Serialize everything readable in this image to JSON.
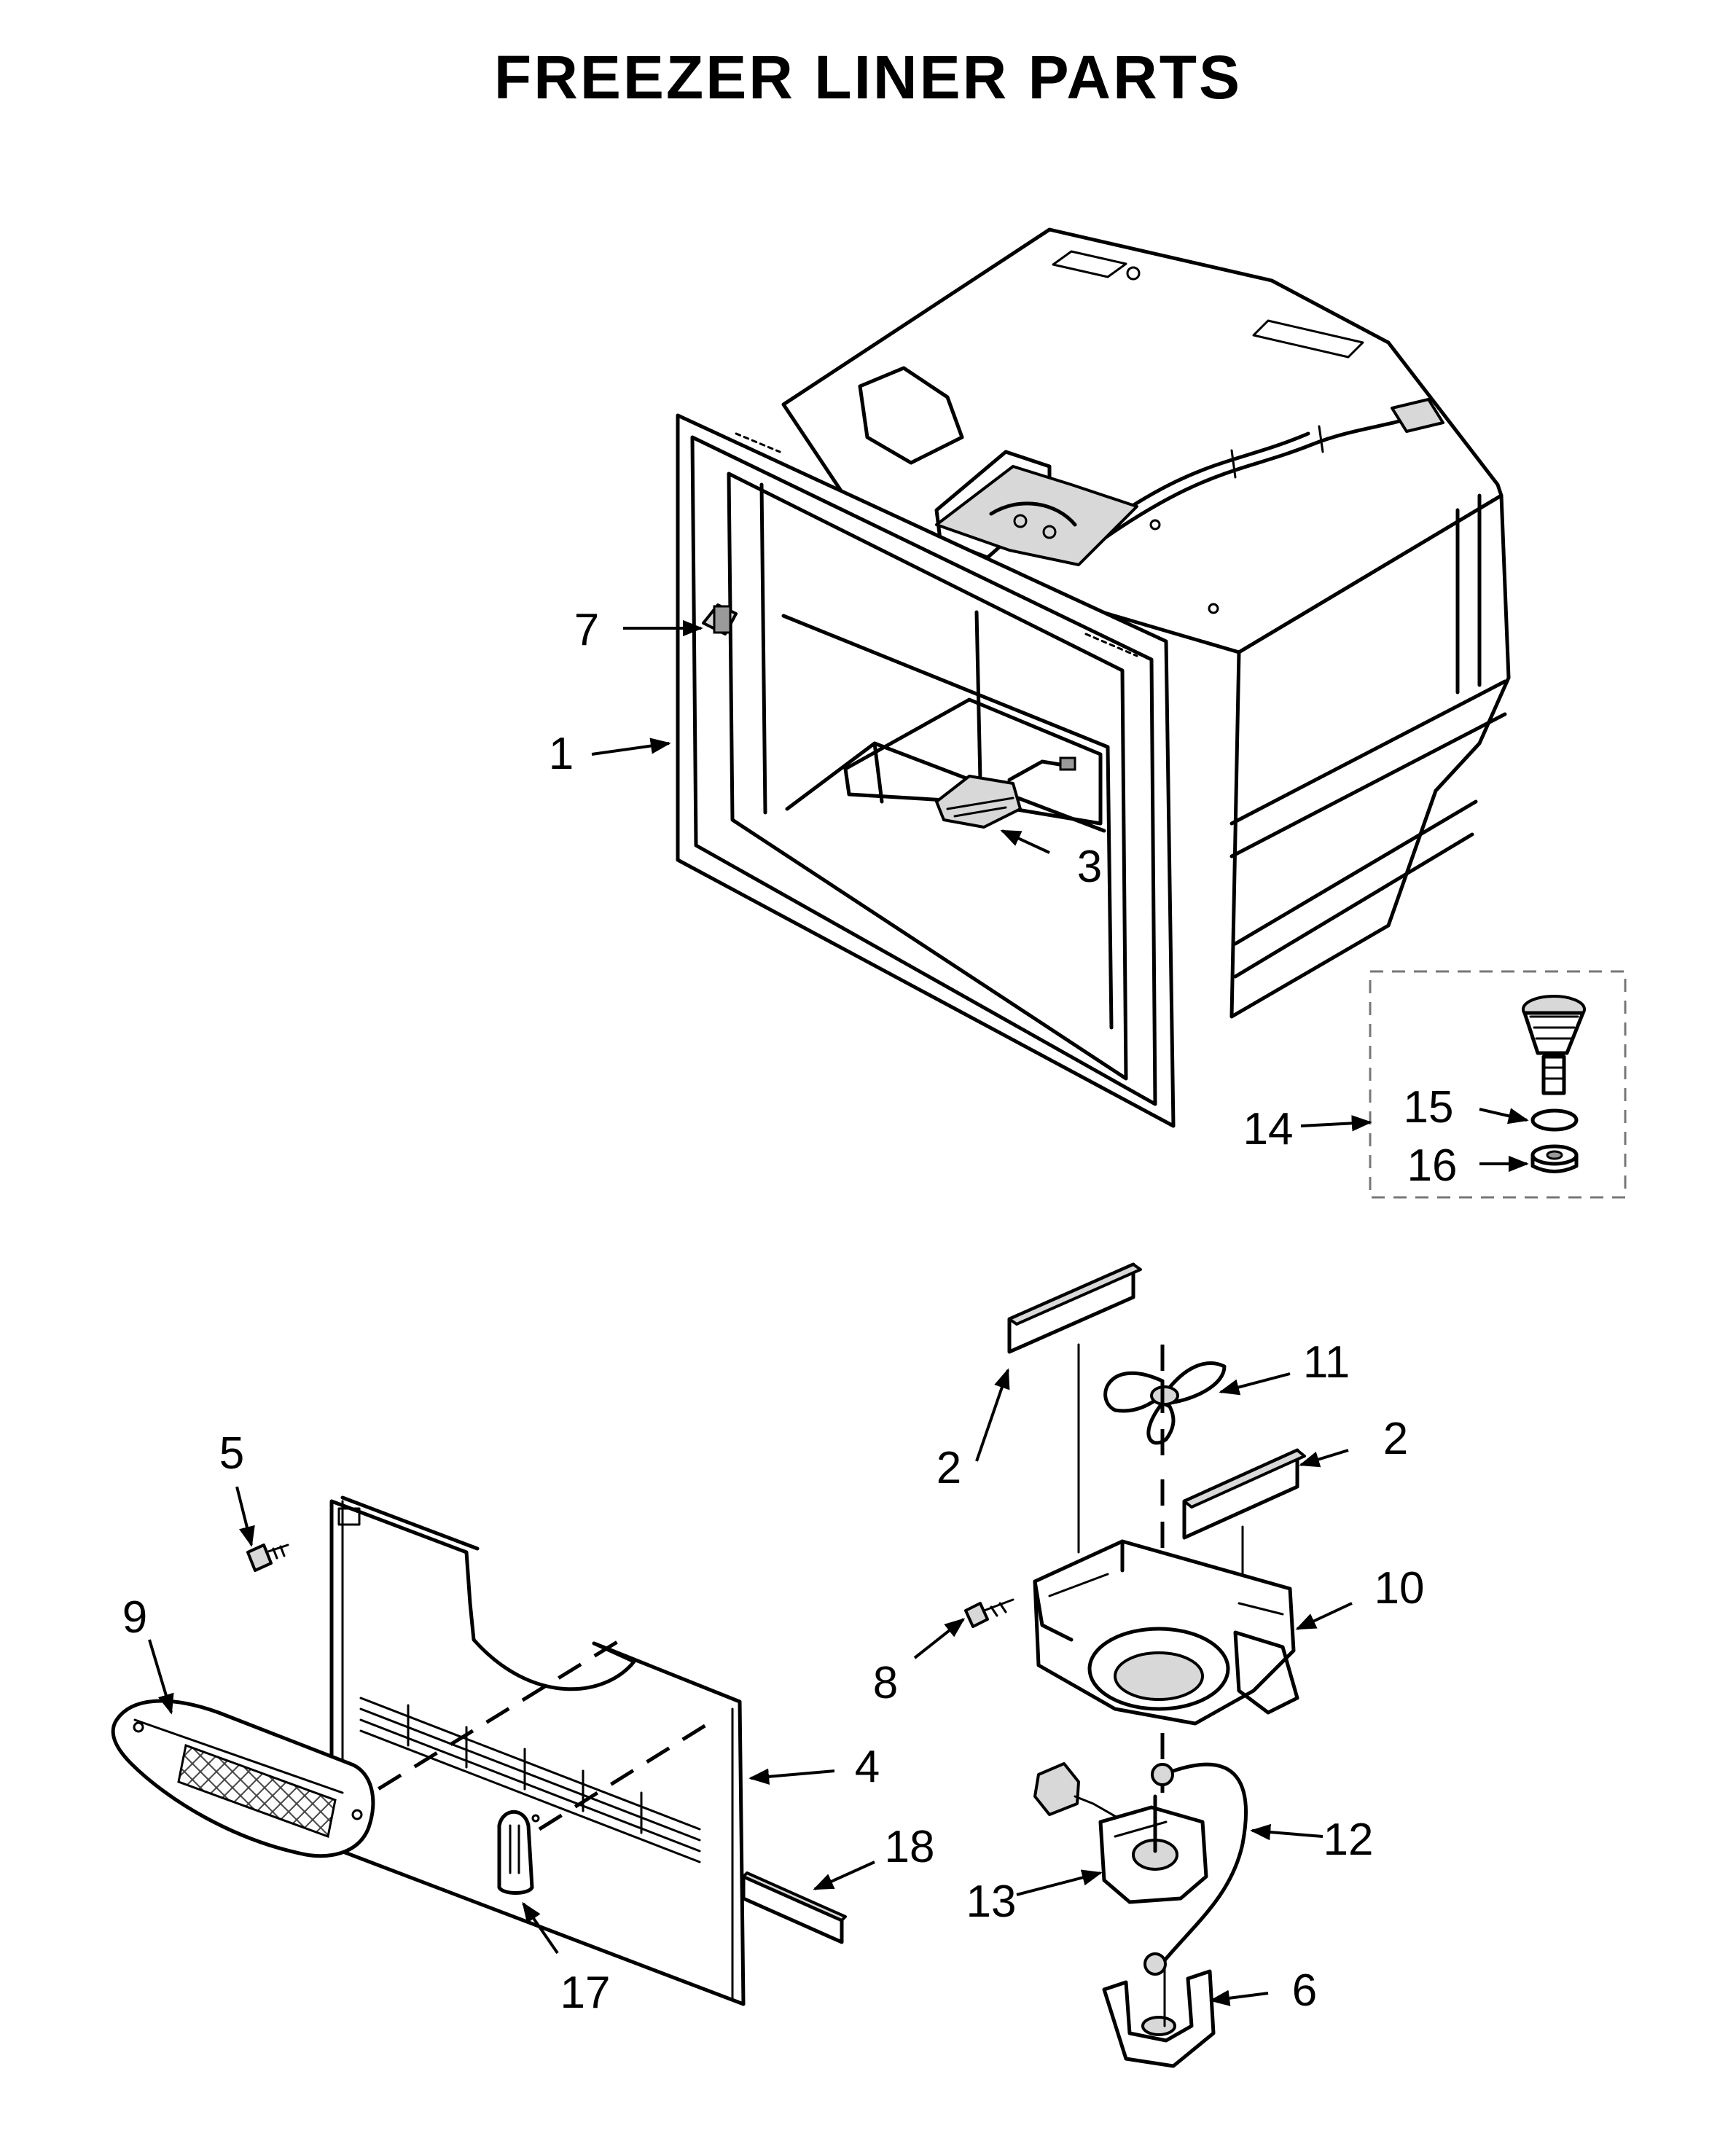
{
  "title": "FREEZER LINER PARTS",
  "callouts": {
    "c1": "1",
    "c2a": "2",
    "c2b": "2",
    "c3": "3",
    "c4": "4",
    "c5": "5",
    "c6": "6",
    "c7": "7",
    "c8": "8",
    "c9": "9",
    "c10": "10",
    "c11": "11",
    "c12": "12",
    "c13": "13",
    "c14": "14",
    "c15": "15",
    "c16": "16",
    "c17": "17",
    "c18": "18"
  }
}
